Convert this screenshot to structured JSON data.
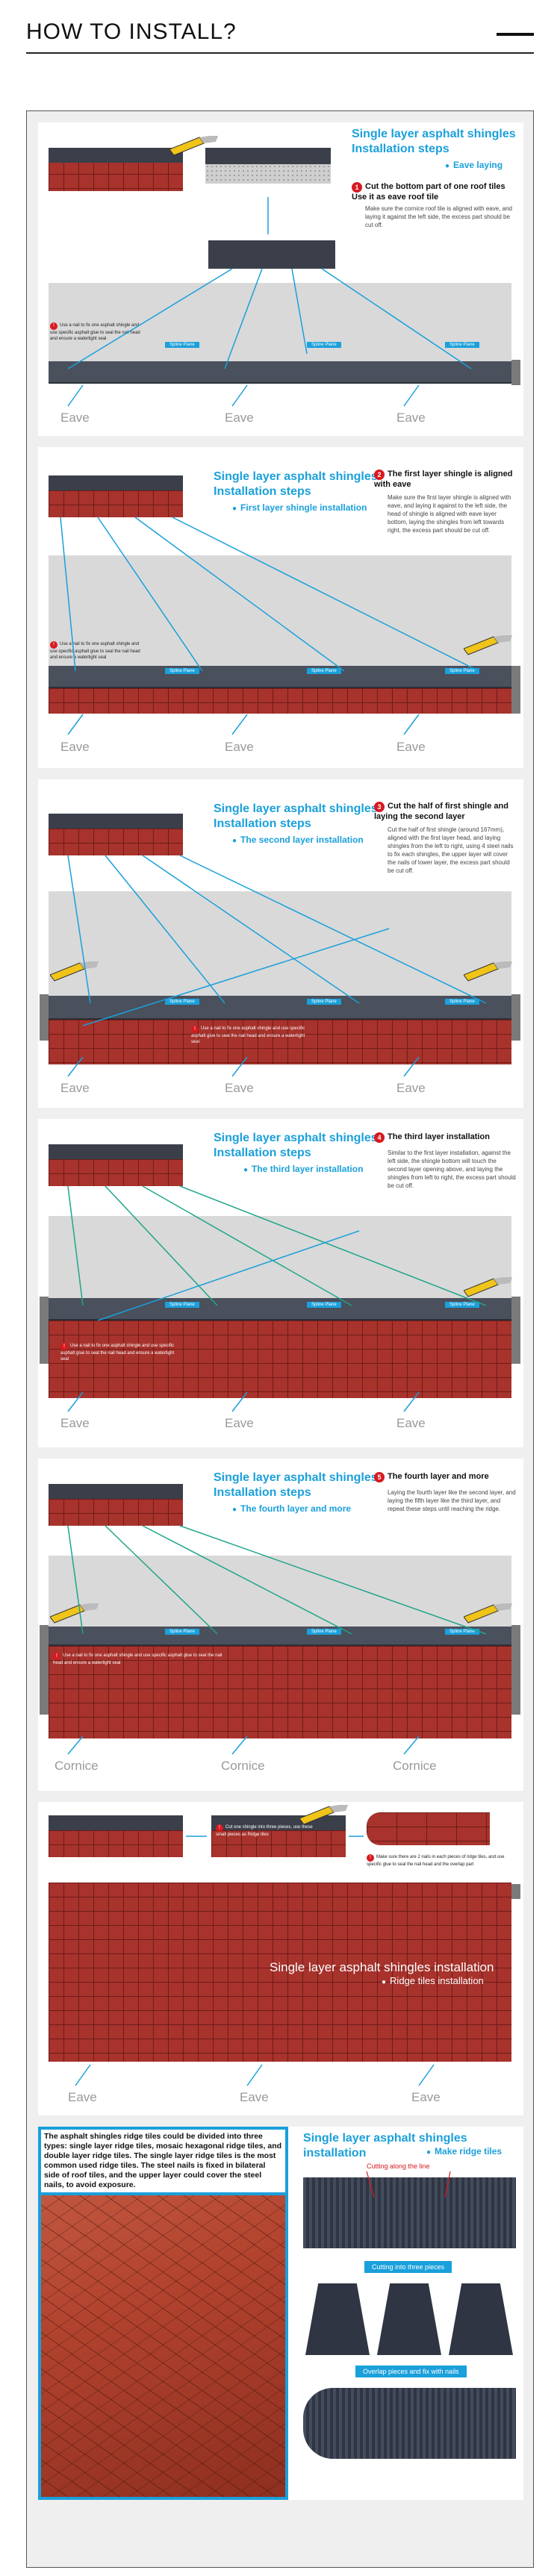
{
  "header": {
    "title": "HOW TO INSTALL?"
  },
  "common": {
    "title_line1": "Single layer asphalt shingles",
    "title_line2": "Installation steps",
    "tag_text": "Spline Plane",
    "note_text": "Use a nail to fix one asphalt shingle and use specific asphalt glue to seal the nail head and ensure a watertight seal",
    "eave": "Eave",
    "cornice": "Cornice"
  },
  "panels": [
    {
      "subtitle": "Eave laying",
      "step_num": "1",
      "step_title": "Cut the bottom part of one roof tiles Use it as eave roof tile",
      "step_desc": "Make sure the cornice roof tile is aligned with eave, and laying it against the left side, the excess part should be cut off."
    },
    {
      "subtitle": "First layer shingle installation",
      "step_num": "2",
      "step_title": "The first layer shingle is aligned with eave",
      "step_desc": "Make sure the first layer shingle is aligned with eave, and laying it against to the left side, the head of shingle is aligned with eave layer bottom, laying the shingles from left towards right, the excess part should be cut off."
    },
    {
      "subtitle": "The second layer installation",
      "step_num": "3",
      "step_title": "Cut the half of first shingle and laying the second layer",
      "step_desc": "Cut the half of first shingle (around 167mm), aligned with the first layer head, and laying shingles from the left to right, using 4 steel nails to fix each shingles, the upper layer will cover the nails of lower layer, the excess part should be cut off."
    },
    {
      "subtitle": "The third layer installation",
      "step_num": "4",
      "step_title": "The third layer installation",
      "step_desc": "Similar to the first layer installation, against the left side, the shingle bottom will touch the second layer opening above, and laying the shingles from left to right, the excess part should be cut off."
    },
    {
      "subtitle": "The fourth layer and more",
      "step_num": "5",
      "step_title": "The fourth layer and more",
      "step_desc": "Laying the fourth layer like the second layer, and laying the fifth layer like the third layer, and repeat these steps until reaching the ridge."
    }
  ],
  "ridge_panel": {
    "note_cut": "Cut one shingle into three pieces, use these small pieces as Ridge tiles",
    "note_nail": "Make sure there are 2 nails in each pieces of ridge tiles, and use specific glue to seal the nail head and the overlap part",
    "title": "Single layer asphalt shingles installation",
    "subtitle": "Ridge tiles installation"
  },
  "make_ridge": {
    "text": "The asphalt shingles ridge tiles could be divided into three types: single layer ridge tiles, mosaic hexagonal ridge tiles, and double layer ridge tiles. The single layer ridge tiles is the most common used ridge tiles. The steel nails is fixed in bilateral side of roof tiles, and the upper layer could cover the steel nails, to avoid exposure.",
    "title": "Single layer asphalt shingles installation",
    "subtitle": "Make ridge tiles",
    "cut_label": "Cutting along the line",
    "btn1": "Cutting into three pieces",
    "btn2": "Overlap pieces and fix with nails"
  },
  "colors": {
    "accent": "#1aa0db",
    "brick": "#a8322c",
    "dark": "#3a3f4a",
    "warning": "#d71920"
  }
}
